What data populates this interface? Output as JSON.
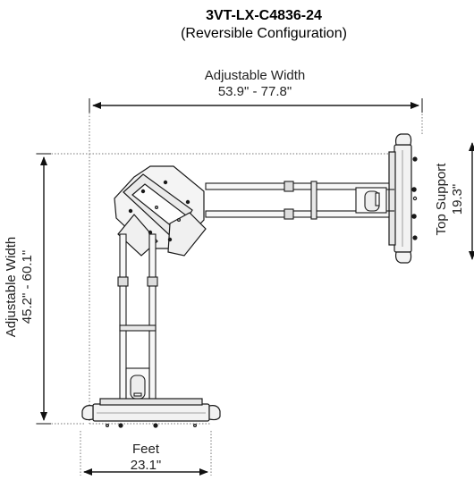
{
  "title": "3VT-LX-C4836-24",
  "subtitle": "(Reversible Configuration)",
  "dimensions": {
    "top_width": {
      "label": "Adjustable Width",
      "value": "53.9\" - 77.8\""
    },
    "side_width": {
      "label": "Adjustable Width",
      "value": "45.2\" - 60.1\""
    },
    "top_support": {
      "label": "Top Support",
      "value": "19.3\""
    },
    "feet": {
      "label": "Feet",
      "value": "23.1\""
    }
  },
  "colors": {
    "line": "#1a1a1a",
    "dim": "#333333",
    "fill": "#f2f2f2"
  }
}
